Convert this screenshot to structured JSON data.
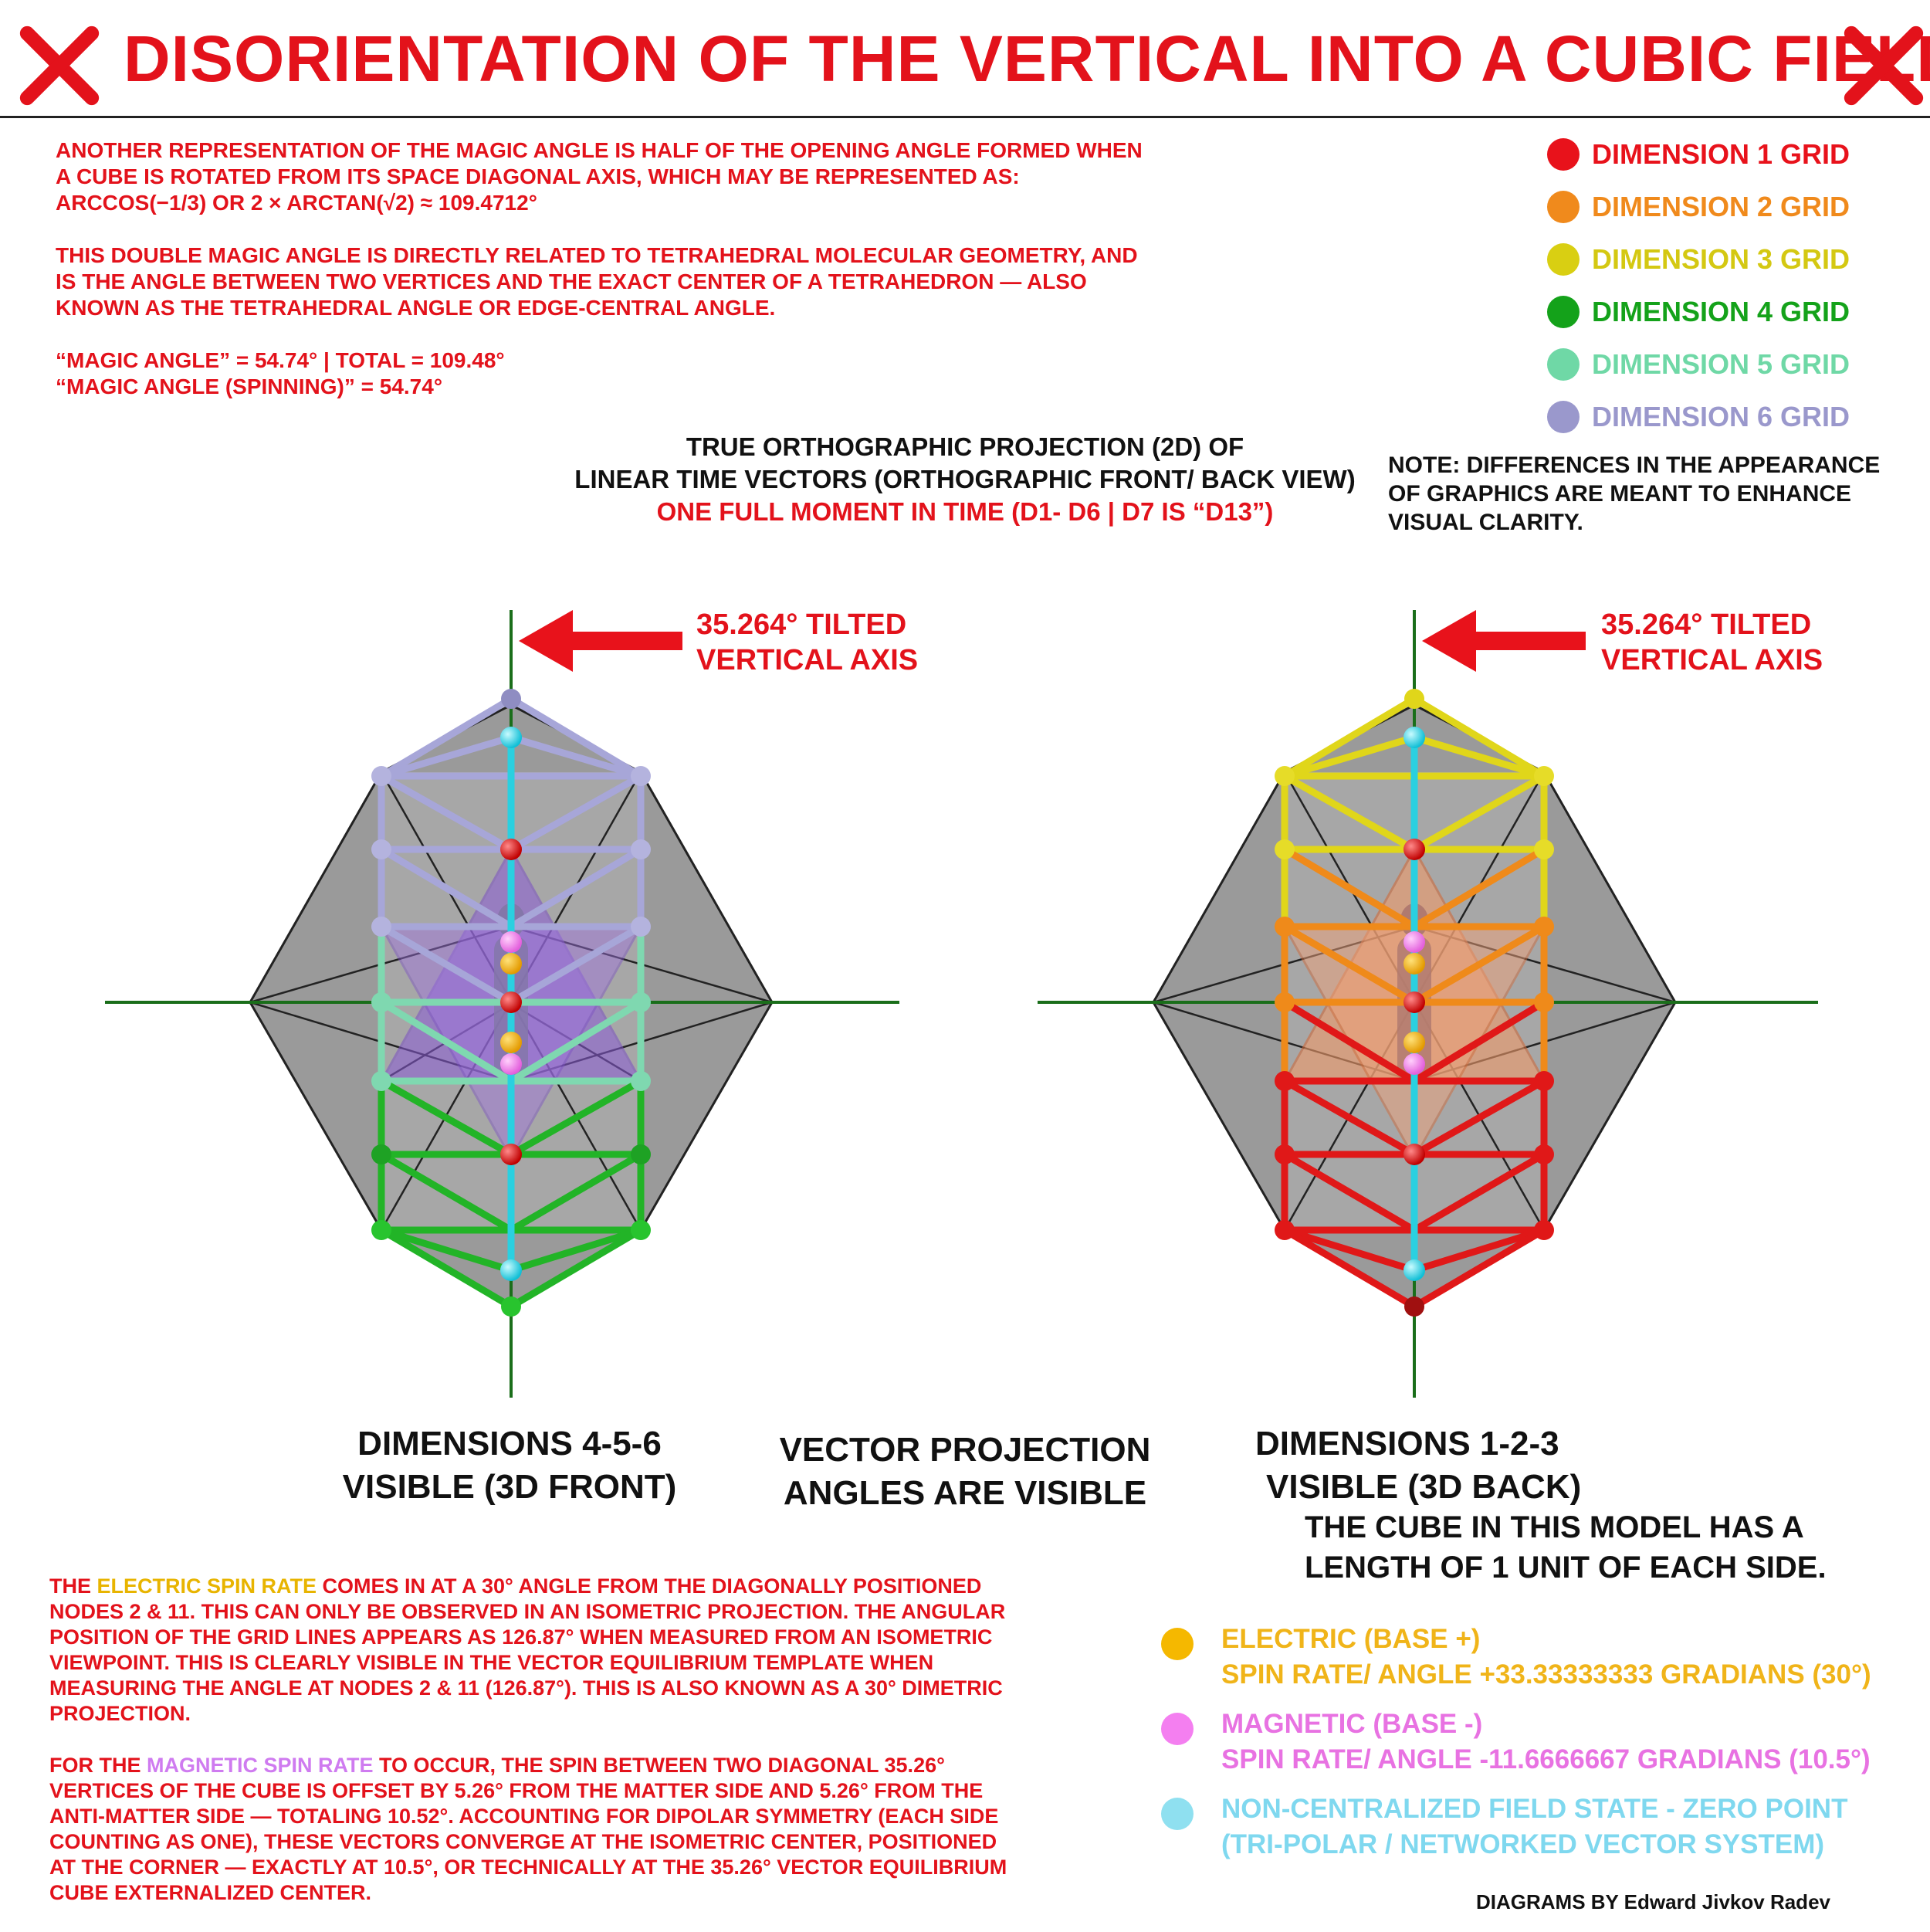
{
  "header": {
    "title": "DISORIENTATION OF THE VERTICAL INTO A CUBIC FIELD"
  },
  "intro": {
    "p1": "ANOTHER REPRESENTATION OF THE MAGIC ANGLE IS HALF OF THE OPENING ANGLE FORMED WHEN A CUBE IS ROTATED FROM ITS SPACE DIAGONAL AXIS, WHICH MAY BE REPRESENTED AS: ARCCOS(−1/3) OR 2 × ARCTAN(√2) ≈ 109.4712°",
    "p2": "THIS DOUBLE MAGIC ANGLE IS DIRECTLY RELATED TO TETRAHEDRAL MOLECULAR GEOMETRY, AND IS THE ANGLE BETWEEN TWO VERTICES AND THE EXACT CENTER OF A TETRAHEDRON — ALSO KNOWN AS THE TETRAHEDRAL ANGLE OR EDGE-CENTRAL ANGLE.",
    "line3": "“MAGIC ANGLE” = 54.74° | TOTAL = 109.48°",
    "line4": "“MAGIC ANGLE (SPINNING)” = 54.74°"
  },
  "legend": [
    {
      "label": "DIMENSION 1 GRID",
      "color": "#e8121b"
    },
    {
      "label": "DIMENSION 2 GRID",
      "color": "#f08a1c"
    },
    {
      "label": "DIMENSION 3 GRID",
      "color": "#d9cf12"
    },
    {
      "label": "DIMENSION 4 GRID",
      "color": "#14a21a"
    },
    {
      "label": "DIMENSION 5 GRID",
      "color": "#6fd8a6"
    },
    {
      "label": "DIMENSION 6 GRID",
      "color": "#9a98cc"
    }
  ],
  "projection": {
    "line1": "TRUE ORTHOGRAPHIC PROJECTION (2D) OF",
    "line2": "LINEAR TIME VECTORS (ORTHOGRAPHIC FRONT/ BACK VIEW)",
    "line3": "ONE FULL MOMENT IN TIME (D1- D6 | D7 IS “D13”)"
  },
  "note": "NOTE: DIFFERENCES IN THE APPEARANCE OF GRAPHICS ARE MEANT TO ENHANCE VISUAL CLARITY.",
  "diagram_left": {
    "arrow_line1": "35.264° TILTED",
    "arrow_line2": "VERTICAL AXIS",
    "caption_line1": "DIMENSIONS 4-5-6",
    "caption_line2": "VISIBLE (3D FRONT)"
  },
  "diagram_right": {
    "arrow_line1": "35.264° TILTED",
    "arrow_line2": "VERTICAL AXIS",
    "caption_line1": "DIMENSIONS 1-2-3",
    "caption_line2": "VISIBLE (3D BACK)"
  },
  "center_caption": {
    "line1": "VECTOR PROJECTION",
    "line2": "ANGLES ARE VISIBLE"
  },
  "cube_note": {
    "line1": "THE CUBE IN THIS MODEL HAS A",
    "line2": "LENGTH OF 1 UNIT OF EACH SIDE."
  },
  "electric_text": {
    "pre": "THE ",
    "hl": "ELECTRIC SPIN RATE",
    "post": " COMES IN AT A 30° ANGLE FROM THE DIAGONALLY POSITIONED NODES 2 & 11. THIS CAN ONLY BE OBSERVED IN AN ISOMETRIC PROJECTION. THE ANGULAR POSITION OF THE GRID LINES APPEARS AS 126.87° WHEN MEASURED FROM AN ISOMETRIC VIEWPOINT. THIS IS CLEARLY VISIBLE IN THE VECTOR EQUILIBRIUM TEMPLATE WHEN MEASURING THE ANGLE AT NODES 2 & 11 (126.87°). THIS IS ALSO KNOWN AS A 30° DIMETRIC PROJECTION."
  },
  "magnetic_text": {
    "pre": "FOR THE ",
    "hl": "MAGNETIC SPIN RATE",
    "post": " TO OCCUR, THE SPIN BETWEEN TWO DIAGONAL 35.26° VERTICES OF THE CUBE IS OFFSET BY 5.26° FROM THE MATTER SIDE AND 5.26° FROM THE ANTI-MATTER SIDE — TOTALING 10.52°. ACCOUNTING FOR DIPOLAR SYMMETRY (EACH SIDE COUNTING AS ONE), THESE VECTORS CONVERGE AT THE ISOMETRIC CENTER, POSITIONED AT THE CORNER — EXACTLY AT 10.5°, OR TECHNICALLY AT THE 35.26° VECTOR EQUILIBRIUM CUBE EXTERNALIZED CENTER."
  },
  "bottom_legend": [
    {
      "line1": "ELECTRIC (BASE +)",
      "line2": "SPIN RATE/ ANGLE +33.33333333 GRADIANS (30°)",
      "color": "#f5b800",
      "text_color": "#f0b419"
    },
    {
      "line1": "MAGNETIC (BASE -)",
      "line2": "SPIN RATE/ ANGLE -11.6666667 GRADIANS (10.5°)",
      "color": "#f47ff0",
      "text_color": "#e872e2"
    },
    {
      "line1": "NON-CENTRALIZED FIELD STATE - ZERO POINT",
      "line2": "(TRI-POLAR / NETWORKED VECTOR SYSTEM)",
      "color": "#8fe0f0",
      "text_color": "#7fd8ef"
    }
  ],
  "credit": "DIAGRAMS BY Edward Jivkov Radev"
}
